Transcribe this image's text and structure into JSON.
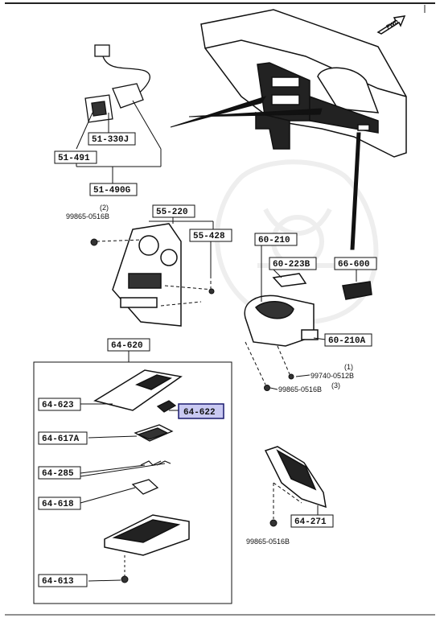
{
  "diagram": {
    "fwd_label": "FWD",
    "highlight_color": "#c9c9f2",
    "callouts": [
      {
        "id": "51-330J",
        "text": "51-330J"
      },
      {
        "id": "51-491",
        "text": "51-491"
      },
      {
        "id": "51-490G",
        "text": "51-490G"
      },
      {
        "id": "55-220",
        "text": "55-220"
      },
      {
        "id": "55-428",
        "text": "55-428"
      },
      {
        "id": "60-210",
        "text": "60-210"
      },
      {
        "id": "60-223B",
        "text": "60-223B"
      },
      {
        "id": "66-600",
        "text": "66-600"
      },
      {
        "id": "60-210A",
        "text": "60-210A"
      },
      {
        "id": "64-620",
        "text": "64-620"
      },
      {
        "id": "64-623",
        "text": "64-623"
      },
      {
        "id": "64-622",
        "text": "64-622",
        "highlighted": true
      },
      {
        "id": "64-617A",
        "text": "64-617A"
      },
      {
        "id": "64-285",
        "text": "64-285"
      },
      {
        "id": "64-618",
        "text": "64-618"
      },
      {
        "id": "64-613",
        "text": "64-613"
      },
      {
        "id": "64-271",
        "text": "64-271"
      }
    ],
    "part_numbers": [
      {
        "id": "99865-0516B-a",
        "text": "99865-0516B",
        "qty": "(2)"
      },
      {
        "id": "99740-0512B",
        "text": "99740-0512B",
        "qty": "(1)"
      },
      {
        "id": "99865-0516B-b",
        "text": "99865-0516B",
        "qty": "(3)"
      },
      {
        "id": "99865-0516B-c",
        "text": "99865-0516B",
        "qty": ""
      }
    ]
  }
}
